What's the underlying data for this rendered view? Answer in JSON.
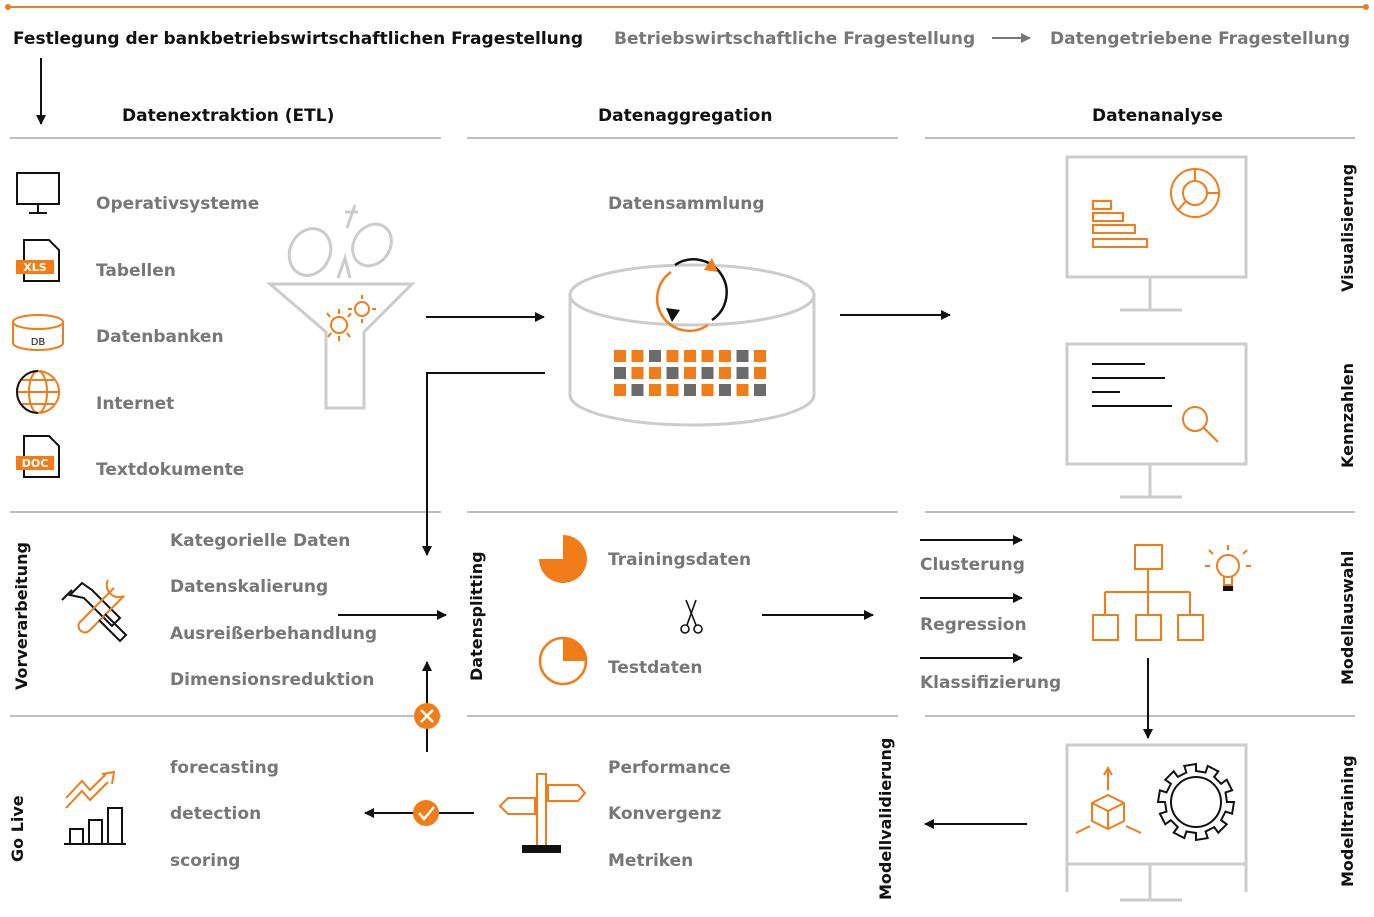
{
  "colors": {
    "accent": "#f07d19",
    "gray": "#c8c8c8",
    "text_dark": "#111111",
    "text_gray": "#777777"
  },
  "top": {
    "main": "Festlegung der bankbetriebswirtschaftlichen Fragestellung",
    "business": "Betriebswirtschaftliche Fragestellung",
    "datadriven": "Datengetriebene Fragestellung"
  },
  "headers": {
    "etl": "Datenextraktion (ETL)",
    "aggregation": "Datenaggregation",
    "analysis": "Datenanalyse"
  },
  "sources": [
    {
      "label": "Operativsysteme",
      "icon": "monitor-icon"
    },
    {
      "label": "Tabellen",
      "icon": "xls-file-icon",
      "badge": "XLS"
    },
    {
      "label": "Datenbanken",
      "icon": "database-icon",
      "badge": "DB"
    },
    {
      "label": "Internet",
      "icon": "globe-icon"
    },
    {
      "label": "Textdokumente",
      "icon": "doc-file-icon",
      "badge": "DOC"
    }
  ],
  "aggregation": {
    "collection": "Datensammlung"
  },
  "analysis": {
    "visual": "Visualisierung",
    "kpi": "Kennzahlen"
  },
  "preprocessing": {
    "title": "Vorverarbeitung",
    "items": [
      "Kategorielle Daten",
      "Datenskalierung",
      "Ausreißerbehandlung",
      "Dimensionsreduktion"
    ]
  },
  "splitting": {
    "title": "Datensplitting",
    "train": "Trainingsdaten",
    "test": "Testdaten"
  },
  "models": {
    "title": "Modellauswahl",
    "items": [
      "Clusterung",
      "Regression",
      "Klassifizierung"
    ]
  },
  "golive": {
    "title": "Go Live",
    "items": [
      "forecasting",
      "detection",
      "scoring"
    ]
  },
  "validation": {
    "title": "Modellvalidierung",
    "items": [
      "Performance",
      "Konvergenz",
      "Metriken"
    ]
  },
  "training": {
    "title": "Modelltraining"
  }
}
